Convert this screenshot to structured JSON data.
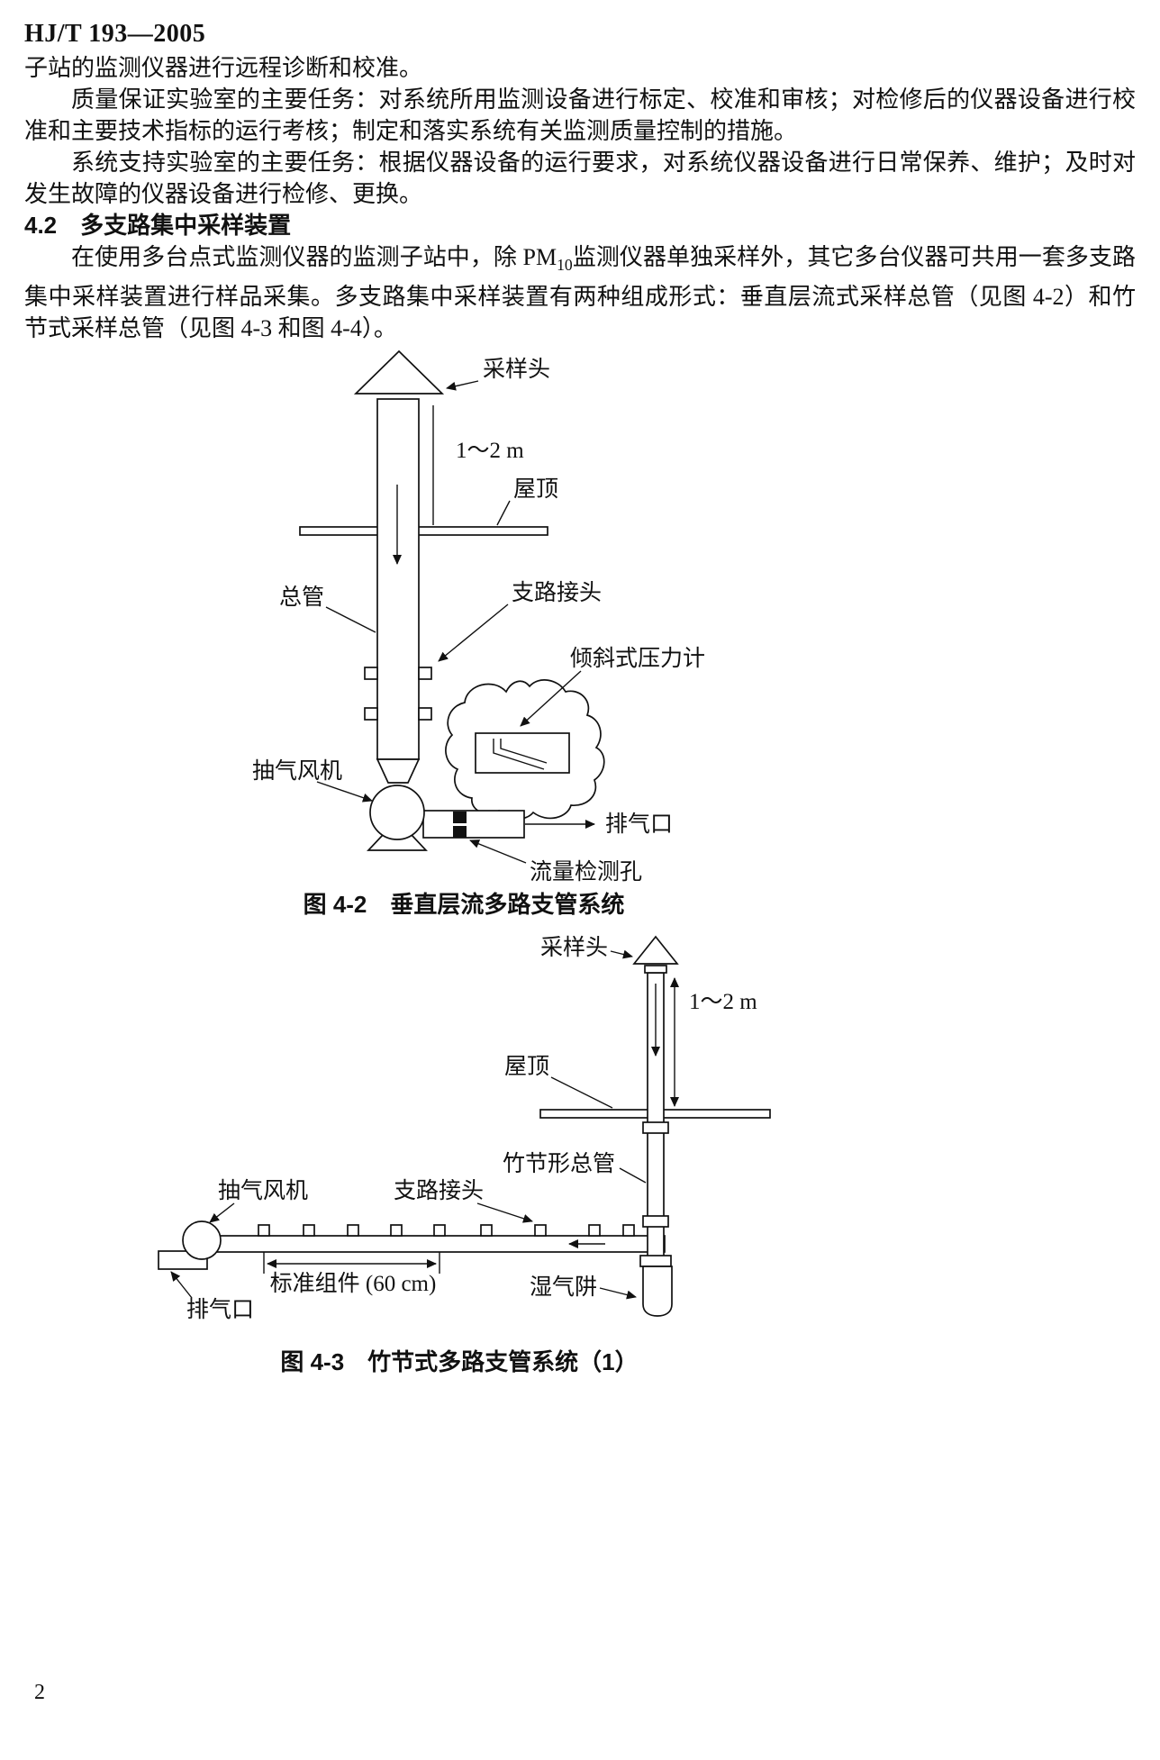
{
  "page": {
    "header": "HJ/T 193—2005",
    "page_number": "2"
  },
  "content": {
    "p1": "子站的监测仪器进行远程诊断和校准。",
    "p2": "质量保证实验室的主要任务：对系统所用监测设备进行标定、校准和审核；对检修后的仪器设备进行校准和主要技术指标的运行考核；制定和落实系统有关监测质量控制的措施。",
    "p3": "系统支持实验室的主要任务：根据仪器设备的运行要求，对系统仪器设备进行日常保养、维护；及时对发生故障的仪器设备进行检修、更换。",
    "heading_4_2": "4.2　多支路集中采样装置",
    "p4_pre": "在使用多台点式监测仪器的监测子站中，除 PM",
    "p4_sub": "10",
    "p4_post": "监测仪器单独采样外，其它多台仪器可共用一套多支路集中采样装置进行样品采集。多支路集中采样装置有两种组成形式：垂直层流式采样总管（见图 4-2）和竹节式采样总管（见图 4-3 和图 4-4）。"
  },
  "figure_4_2": {
    "labels": {
      "sampling_head": "采样头",
      "height_dim": "1～2 m",
      "roof": "屋顶",
      "main_pipe": "总管",
      "branch_joint": "支路接头",
      "inclined_manometer": "倾斜式压力计",
      "suction_fan": "抽气风机",
      "exhaust_outlet": "排气口",
      "flow_detection_hole": "流量检测孔"
    },
    "caption": "图 4-2　垂直层流多路支管系统"
  },
  "figure_4_3": {
    "labels": {
      "sampling_head": "采样头",
      "height_dim": "1～2 m",
      "roof": "屋顶",
      "bamboo_main_pipe": "竹节形总管",
      "suction_fan": "抽气风机",
      "branch_joint": "支路接头",
      "standard_module": "标准组件 (60 cm)",
      "wet_trap": "湿气阱",
      "exhaust_outlet": "排气口"
    },
    "caption": "图 4-3　竹节式多路支管系统（1）"
  }
}
